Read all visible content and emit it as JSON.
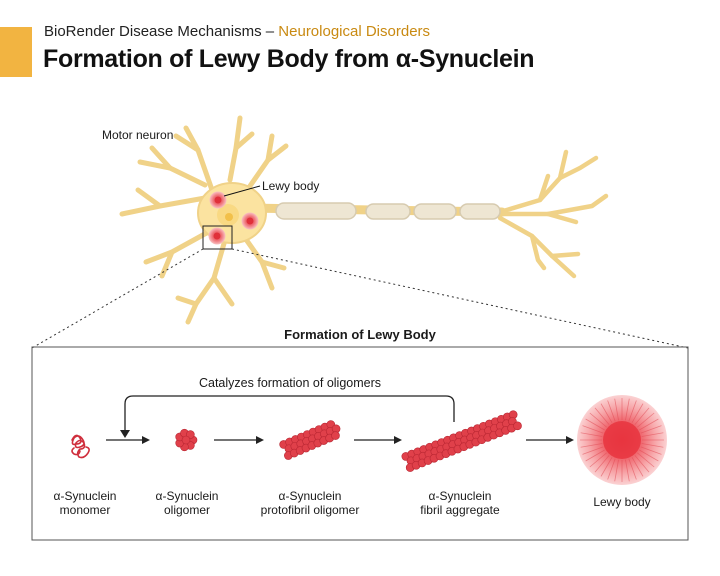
{
  "header": {
    "source": "BioRender Disease Mechanisms",
    "separator": "–",
    "category": "Neurological Disorders",
    "title": "Formation of Lewy Body from α-Synuclein"
  },
  "neuron": {
    "label": "Motor neuron",
    "lewy_label": "Lewy body"
  },
  "panel": {
    "title": "Formation of Lewy Body",
    "catalyze_label": "Catalyzes formation of oligomers",
    "stages": [
      {
        "line1": "α-Synuclein",
        "line2": "monomer"
      },
      {
        "line1": "α-Synuclein",
        "line2": "oligomer"
      },
      {
        "line1": "α-Synuclein",
        "line2": "protofibril oligomer"
      },
      {
        "line1": "α-Synuclein",
        "line2": "fibril aggregate"
      },
      {
        "line1": "Lewy body",
        "line2": ""
      }
    ]
  },
  "colors": {
    "accent": "#f2b441",
    "category_text": "#c98a12",
    "neuron_fill": "#fbe3a0",
    "neuron_stroke": "#e9c470",
    "myelin": "#ece3cf",
    "protein": "#e0404a",
    "lewy_core": "#e8353f"
  }
}
